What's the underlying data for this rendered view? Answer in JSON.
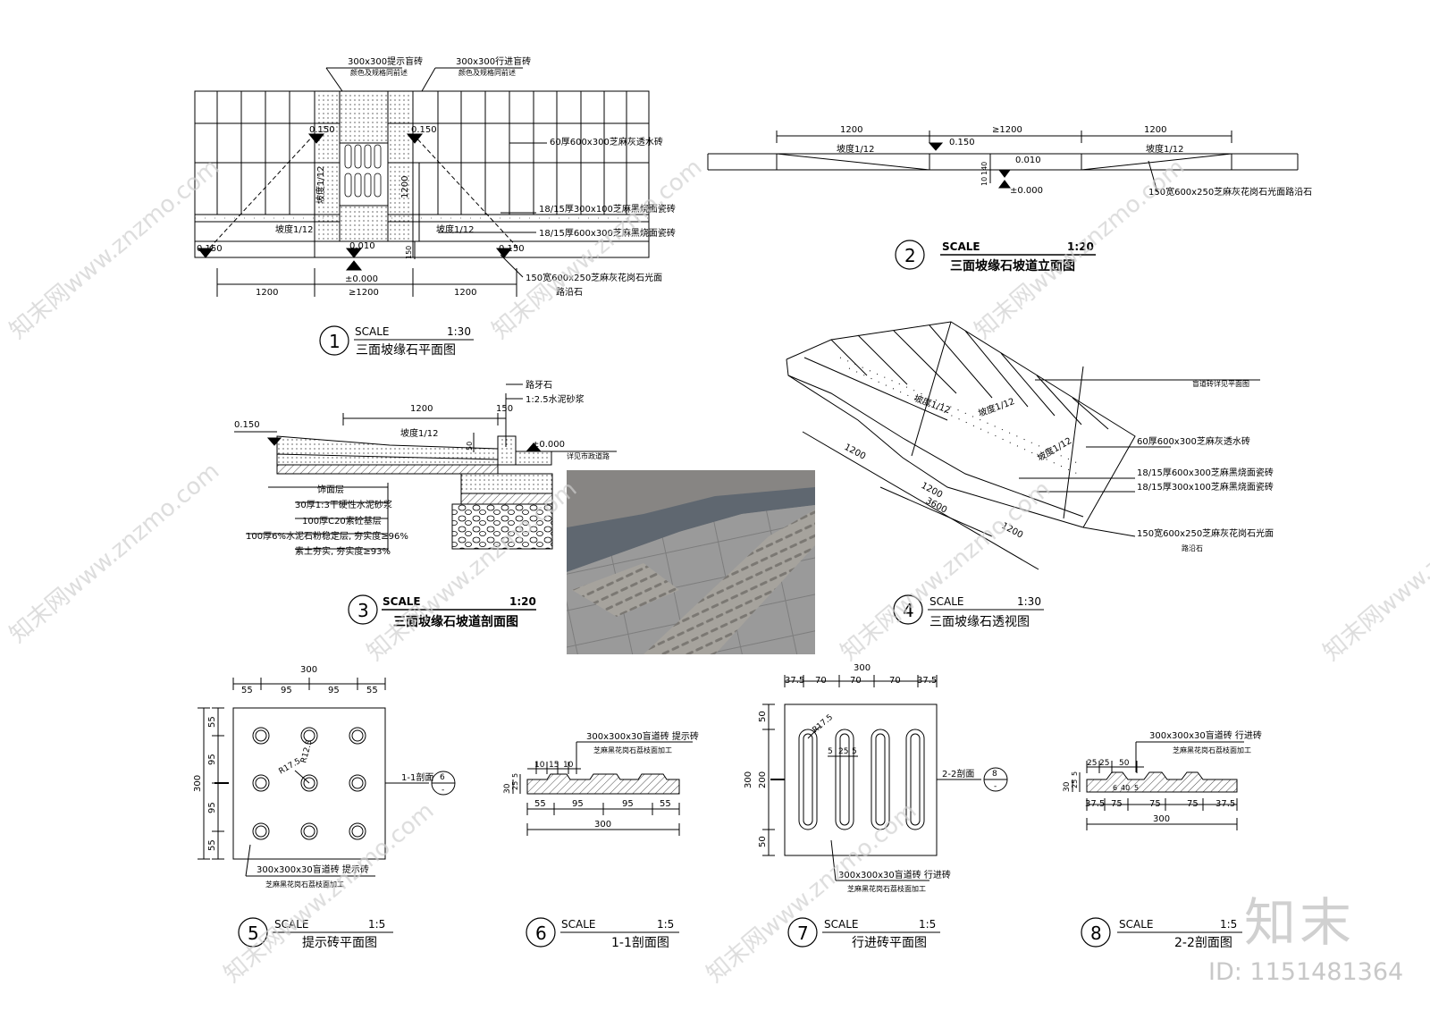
{
  "watermark": {
    "site": "知末网www.znzmo.com",
    "logo": "知末",
    "id": "ID: 1151481364"
  },
  "d1": {
    "num": "1",
    "scale": "SCALE",
    "ratio": "1:30",
    "title": "三面坡缘石平面图",
    "tile_a": "300x300提示盲砖",
    "tile_a2": "颜色及规格同前述",
    "tile_b": "300x300行进盲砖",
    "tile_b2": "颜色及规格同前述",
    "note1": "60厚600x300芝麻灰透水砖",
    "note2": "18/15厚300x100芝麻黑烧面瓷砖",
    "note3": "18/15厚600x300芝麻黑烧面瓷砖",
    "note4": "150宽600x250芝麻灰花岗石光面",
    "note4b": "路沿石",
    "el_a": "0.150",
    "el_b": "0.150",
    "el_c": "0.150",
    "el_d": "0.150",
    "el_mid": "0.010",
    "el_zero": "±0.000",
    "slope": "坡度1/12",
    "d1200": "1200",
    "dge": "≥1200",
    "d150": "150",
    "d1200v": "1200"
  },
  "d2": {
    "num": "2",
    "scale": "SCALE",
    "ratio": "1:20",
    "title": "三面坡缘石坡道立面图",
    "d1200": "1200",
    "dge": "≥1200",
    "el_a": "0.150",
    "el_b": "0.010",
    "el_zero": "±0.000",
    "d140": "140",
    "d10": "10",
    "slope": "坡度1/12",
    "note": "150宽600x250芝麻灰花岗石光面路沿石"
  },
  "d3": {
    "num": "3",
    "scale": "SCALE",
    "ratio": "1:20",
    "title": "三面坡缘石坡道剖面图",
    "d1200": "1200",
    "d150": "150",
    "d50": "50",
    "el_a": "0.150",
    "el_zero": "±0.000",
    "slope": "坡度1/12",
    "curb": "路牙石",
    "mortar": "1:2.5水泥砂浆",
    "road": "详见市政道路",
    "layers": [
      "饰面层",
      "30厚1:3干硬性水泥砂浆",
      "100厚C20素砼基层",
      "100厚6%水泥石粉稳定层, 夯实度≥96%",
      "素土夯实, 夯实度≥93%"
    ]
  },
  "d4": {
    "num": "4",
    "scale": "SCALE",
    "ratio": "1:30",
    "title": "三面坡缘石透视图",
    "note0": "盲道砖详见平面图",
    "note1": "60厚600x300芝麻灰透水砖",
    "note2": "18/15厚600x300芝麻黑烧面瓷砖",
    "note3": "18/15厚300x100芝麻黑烧面瓷砖",
    "note4": "150宽600x250芝麻灰花岗石光面",
    "note4b": "路沿石",
    "slope": "坡度1/12",
    "d1200": "1200",
    "d3600": "3600"
  },
  "d5": {
    "num": "5",
    "scale": "SCALE",
    "ratio": "1:5",
    "title": "提示砖平面图",
    "w": "300",
    "h": "300",
    "a": "55",
    "b": "95",
    "r1": "R12.5",
    "r2": "R17.5",
    "sec": "1-1剖面",
    "secn": "6",
    "secd": "-",
    "label": "300x300x30盲道砖 提示砖",
    "label2": "芝麻黑花岗石荔枝面加工"
  },
  "d6": {
    "num": "6",
    "scale": "SCALE",
    "ratio": "1:5",
    "title": "1-1剖面图",
    "label": "300x300x30盲道砖 提示砖",
    "label2": "芝麻黑花岗石荔枝面加工",
    "d10": "10",
    "d15": "15",
    "d30": "30",
    "d25": "25",
    "d5": "5",
    "a": "55",
    "b": "95",
    "w": "300"
  },
  "d7": {
    "num": "7",
    "scale": "SCALE",
    "ratio": "1:5",
    "title": "行进砖平面图",
    "w": "300",
    "c": "37.5",
    "d": "70",
    "v50": "50",
    "v200": "200",
    "v300": "300",
    "r": "R17.5",
    "d5": "5",
    "d25": "25",
    "sec": "2-2剖面",
    "secn": "8",
    "secd": "-",
    "label": "300x300x30盲道砖 行进砖",
    "label2": "芝麻黑花岗石荔枝面加工"
  },
  "d8": {
    "num": "8",
    "scale": "SCALE",
    "ratio": "1:5",
    "title": "2-2剖面图",
    "label": "300x300x30盲道砖 行进砖",
    "label2": "芝麻黑花岗石荔枝面加工",
    "t25": "25",
    "t50": "50",
    "t6": "6",
    "t40": "40",
    "t5": "5",
    "c": "37.5",
    "e": "75",
    "w": "300",
    "d30": "30"
  }
}
